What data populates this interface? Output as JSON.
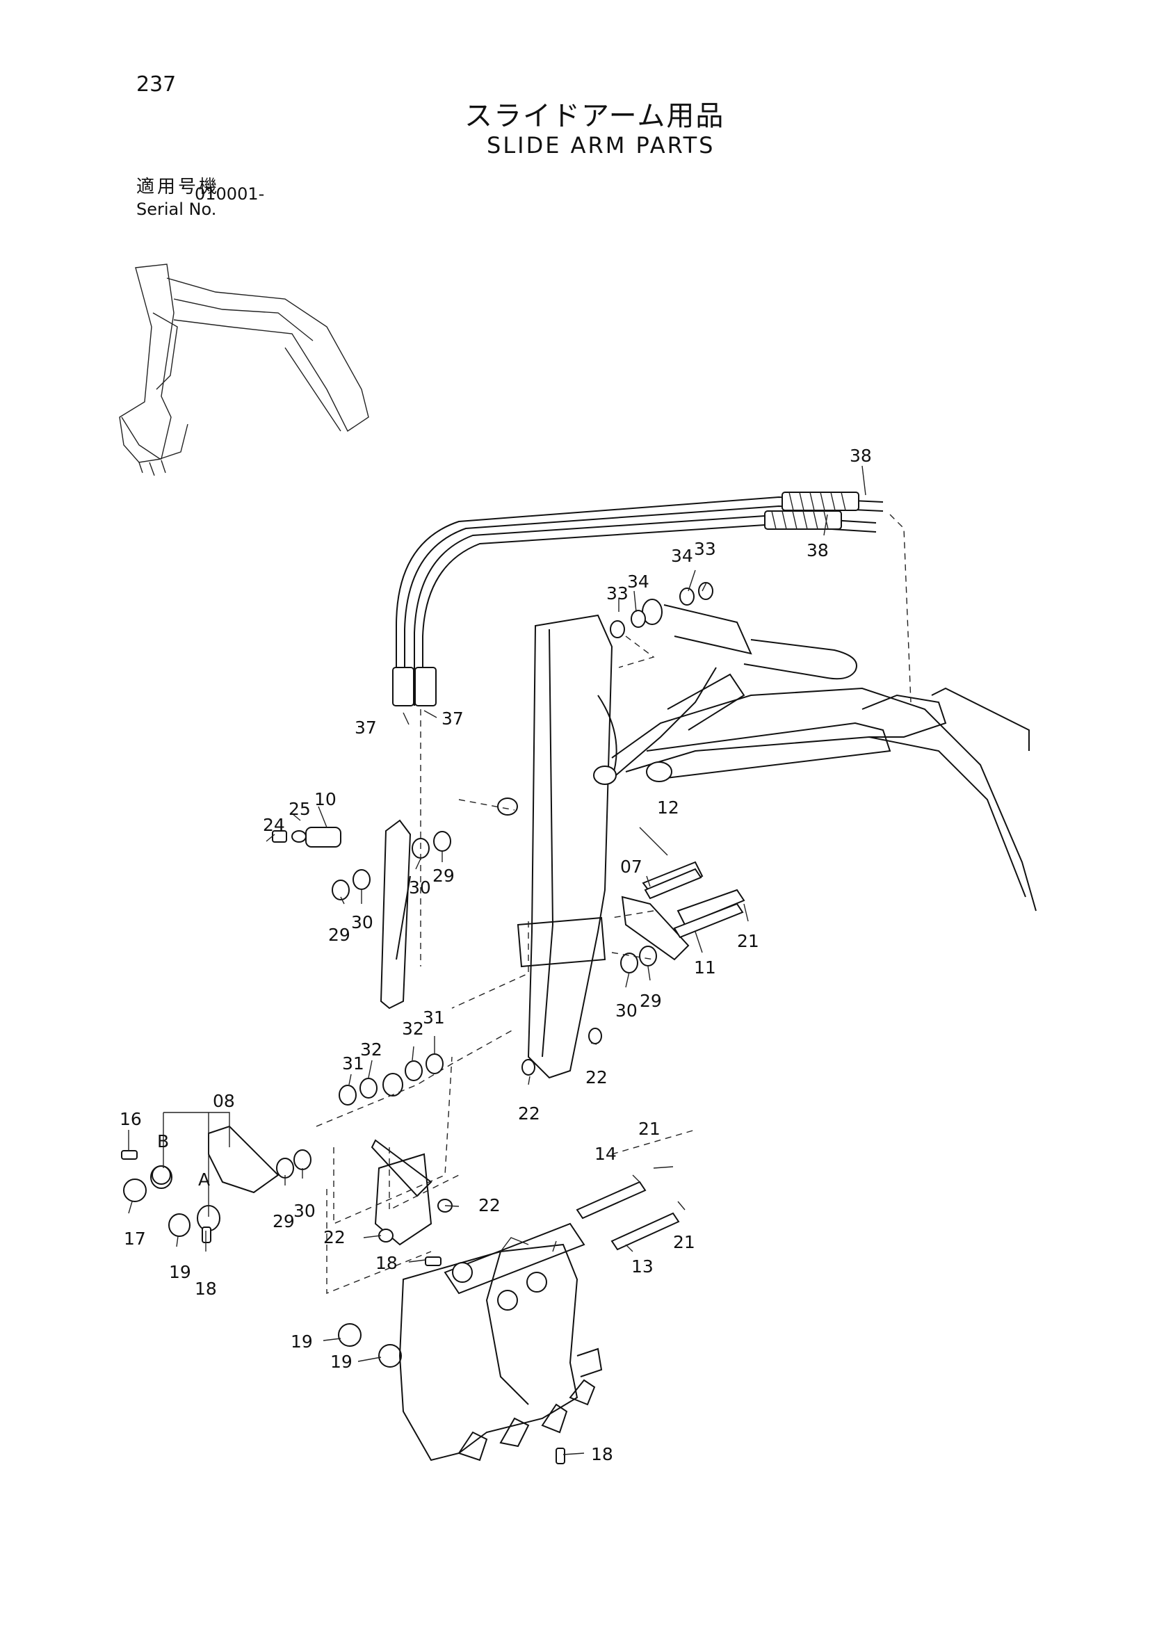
{
  "page": {
    "number": "237",
    "title_jp": "スライドアーム用品",
    "title_en": "SLIDE ARM PARTS",
    "serial_label_jp": "適用号機",
    "serial_label_en": "Serial No.",
    "serial_value": "010001-"
  },
  "callouts": [
    {
      "id": "c38a",
      "label": "38"
    },
    {
      "id": "c38b",
      "label": "38"
    },
    {
      "id": "c34a",
      "label": "34"
    },
    {
      "id": "c33a",
      "label": "33"
    },
    {
      "id": "c34b",
      "label": "34"
    },
    {
      "id": "c33b",
      "label": "33"
    },
    {
      "id": "c37a",
      "label": "37"
    },
    {
      "id": "c37b",
      "label": "37"
    },
    {
      "id": "c24",
      "label": "24"
    },
    {
      "id": "c25",
      "label": "25"
    },
    {
      "id": "c10",
      "label": "10"
    },
    {
      "id": "c29a",
      "label": "29"
    },
    {
      "id": "c30a",
      "label": "30"
    },
    {
      "id": "c30b",
      "label": "30"
    },
    {
      "id": "c29b",
      "label": "29"
    },
    {
      "id": "c12",
      "label": "12"
    },
    {
      "id": "c07",
      "label": "07"
    },
    {
      "id": "c21a",
      "label": "21"
    },
    {
      "id": "c11",
      "label": "11"
    },
    {
      "id": "c30c",
      "label": "30"
    },
    {
      "id": "c29c",
      "label": "29"
    },
    {
      "id": "c22a",
      "label": "22"
    },
    {
      "id": "c22b",
      "label": "22"
    },
    {
      "id": "c31a",
      "label": "31"
    },
    {
      "id": "c32a",
      "label": "32"
    },
    {
      "id": "c32b",
      "label": "32"
    },
    {
      "id": "c31b",
      "label": "31"
    },
    {
      "id": "c08",
      "label": "08"
    },
    {
      "id": "c16",
      "label": "16"
    },
    {
      "id": "cB",
      "label": "B"
    },
    {
      "id": "cA",
      "label": "A"
    },
    {
      "id": "c17",
      "label": "17"
    },
    {
      "id": "c19a",
      "label": "19"
    },
    {
      "id": "c18a",
      "label": "18"
    },
    {
      "id": "c29d",
      "label": "29"
    },
    {
      "id": "c30d",
      "label": "30"
    },
    {
      "id": "c22c",
      "label": "22"
    },
    {
      "id": "c22d",
      "label": "22"
    },
    {
      "id": "c14",
      "label": "14"
    },
    {
      "id": "c21b",
      "label": "21"
    },
    {
      "id": "c21c",
      "label": "21"
    },
    {
      "id": "c13",
      "label": "13"
    },
    {
      "id": "c18b",
      "label": "18"
    },
    {
      "id": "c19b",
      "label": "19"
    },
    {
      "id": "c19c",
      "label": "19"
    },
    {
      "id": "c18c",
      "label": "18"
    }
  ]
}
